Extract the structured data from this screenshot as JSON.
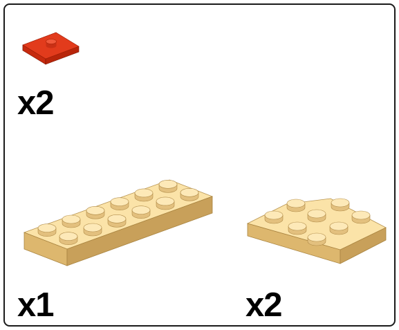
{
  "colors": {
    "red_top": "#e23b1c",
    "red_front": "#c62a0e",
    "red_side": "#a91f06",
    "red_stud": "#f0583a",
    "tan_top": "#fbe3a8",
    "tan_front": "#ddb76e",
    "tan_side": "#c8a05a",
    "tan_stud": "#fde9b8",
    "tan_stud_side": "#e3c07e"
  },
  "parts": [
    {
      "part": "plate-1x2-jumper",
      "color": "red",
      "quantity": "x2"
    },
    {
      "part": "plate-2x6",
      "color": "tan",
      "quantity": "x1"
    },
    {
      "part": "wedge-plate-3x3-cut-corner",
      "color": "tan",
      "quantity": "x2"
    }
  ]
}
